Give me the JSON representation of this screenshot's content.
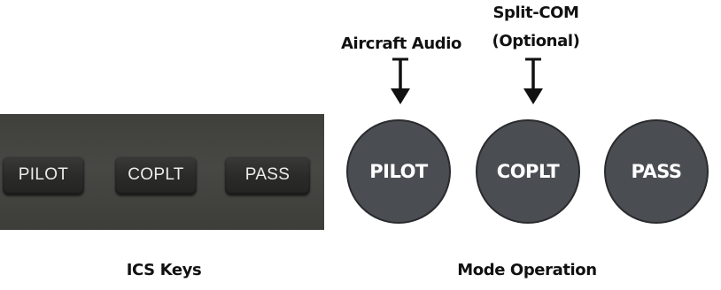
{
  "ics_keys": {
    "caption": "ICS Keys",
    "keys": [
      "PILOT",
      "COPLT",
      "PASS"
    ]
  },
  "mode_operation": {
    "caption": "Mode Operation",
    "modes": [
      "PILOT",
      "COPLT",
      "PASS"
    ]
  },
  "annotations": {
    "aircraft_audio": "Aircraft Audio",
    "split_com_line1": "Split-COM",
    "split_com_line2": "(Optional)"
  },
  "colors": {
    "panel": "#444541",
    "key": "#2c2c2b",
    "mode_circle": "#4a4d52",
    "arrow": "#111111"
  }
}
